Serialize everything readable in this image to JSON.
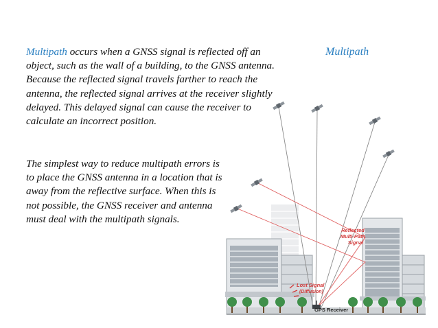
{
  "slide": {
    "title": "Multipath",
    "paragraph1": {
      "term": "Multipath",
      "rest": " occurs when a GNSS signal is reflected off an object, such as the wall of a building, to the GNSS antenna. Because the reflected signal travels farther to reach the antenna, the reflected signal arrives at the receiver slightly delayed. This delayed signal can cause the receiver to calculate an incorrect position."
    },
    "paragraph2": "The simplest way to reduce multipath errors is to place the GNSS antenna in a location that is away from the reflective surface. When this is not possible, the GNSS receiver and antenna must deal with the multipath signals."
  },
  "diagram": {
    "labels": {
      "reflected_line1": "Reflected",
      "reflected_line2": "Multi-Path",
      "reflected_line3": "Signal",
      "lost_signal": "Lost Signal",
      "diffusion": "(Diffusion)",
      "receiver": "GPS Receiver"
    },
    "colors": {
      "signal": "#8a8a8a",
      "reflected": "#e06060",
      "label_red": "#d23c3c",
      "building": "#9aa0a6",
      "tree": "#3f8f4a"
    }
  }
}
